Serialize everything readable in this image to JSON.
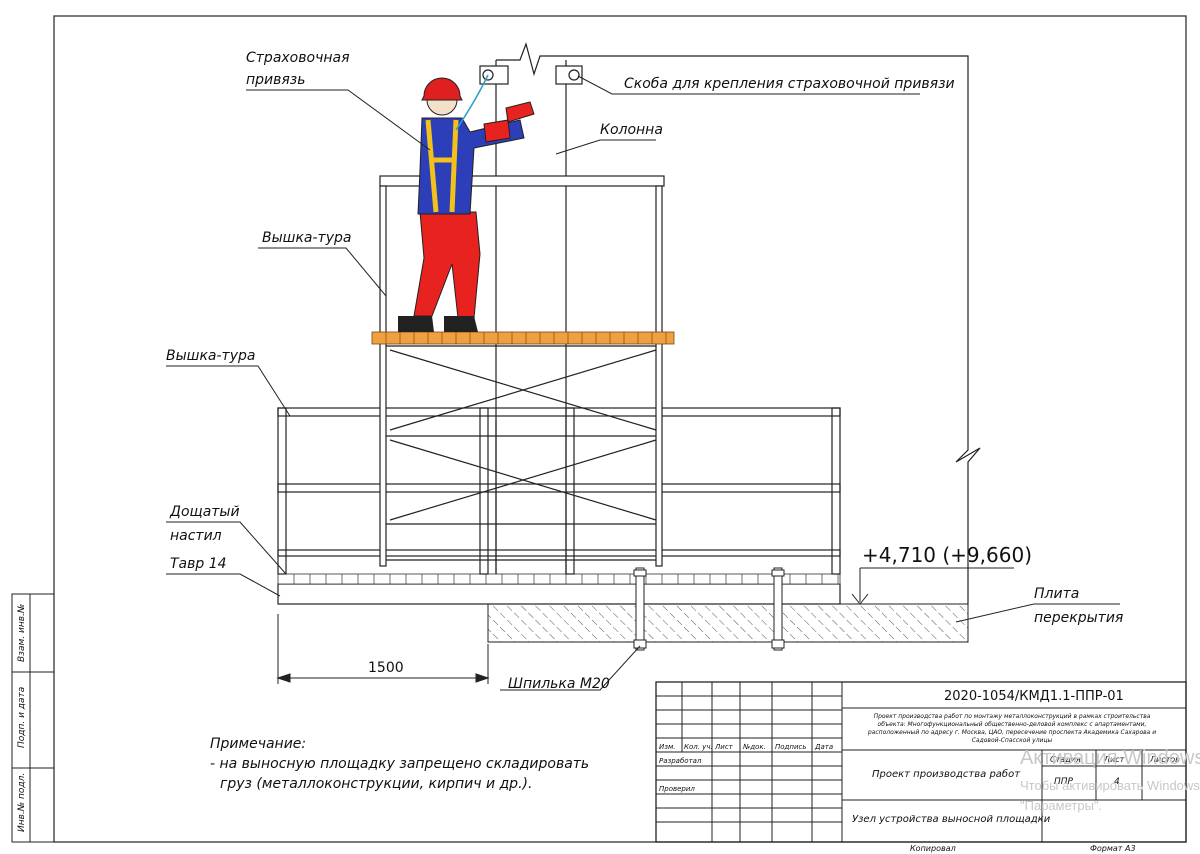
{
  "labels": {
    "harness": [
      "Страховочная",
      "привязь"
    ],
    "bracket": "Скоба для крепления страховочной привязи",
    "column": "Колонна",
    "tower_upper": "Вышка-тура",
    "tower_lower": "Вышка-тура",
    "decking": [
      "Дощатый",
      "настил"
    ],
    "tee": "Тавр 14",
    "elevation": "+4,710 (+9,660)",
    "slab": [
      "Плита",
      "перекрытия"
    ],
    "stud": "Шпилька М20",
    "dimension": "1500"
  },
  "note": {
    "title": "Примечание:",
    "lines": [
      "- на выносную площадку запрещено складировать",
      "груз (металлоконструкции, кирпич и др.)."
    ]
  },
  "side_stamps": [
    "Взам. инв.№",
    "Подп. и дата",
    "Инв.№ подл."
  ],
  "stamp": {
    "code": "2020-1054/КМД1.1-ППР-01",
    "description": [
      "Проект производства работ по монтажу металлоконструкций в рамках строительства",
      "объекта: Многофункциональный общественно-деловой комплекс с апартаментами,",
      "расположенный по адресу г. Москва, ЦАО, пересечение проспекта Академика Сахарова и",
      "Садовой-Спасской улицы"
    ],
    "columns": [
      "Изм.",
      "Кол. уч.",
      "Лист",
      "№док.",
      "Подпись",
      "Дата"
    ],
    "rows": [
      "Разработал",
      "Проверил"
    ],
    "project_title": "Проект производства работ",
    "stage_headers": [
      "Стадия",
      "Лист",
      "Листов"
    ],
    "stage_values": [
      "ППР",
      "4",
      ""
    ],
    "sheet_title": "Узел устройства выносной площадки",
    "copied": "Копировал",
    "format": "Формат А3"
  },
  "watermark": [
    "Активация Windows",
    "Чтобы активировать Windows, перейдите в раздел",
    "\"Параметры\"."
  ],
  "colors": {
    "line": "#222222",
    "helmet": "#e02020",
    "jacket": "#2c3fb8",
    "pants": "#e8231f",
    "harness": "#f2c21a",
    "boots": "#222222",
    "deck": "#f0a040",
    "rope": "#2aa0c8"
  }
}
